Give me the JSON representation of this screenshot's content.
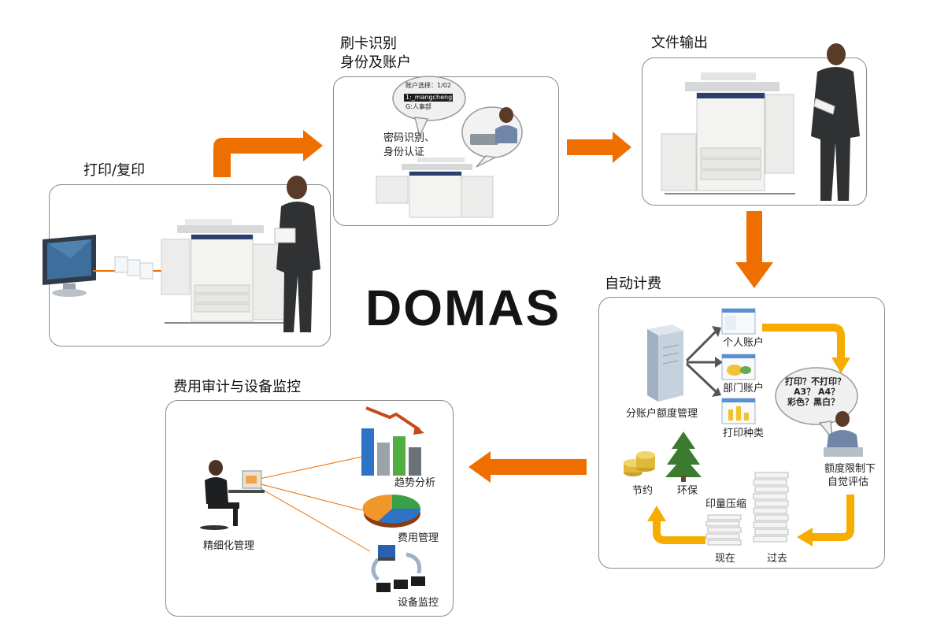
{
  "brand": "DOMAS",
  "colors": {
    "arrow": "#ee6f00",
    "yellow_arrow": "#f6ad00",
    "panel_border": "#8a8a8a"
  },
  "steps": {
    "print_copy": "打印/复印",
    "swipe_card": [
      "刷卡识别",
      "身份及账户"
    ],
    "file_output": "文件输出",
    "auto_billing": "自动计费",
    "audit_monitor": "费用审计与设备监控"
  },
  "card_panel": {
    "screen_lines": [
      "账户选择：1/02",
      "1:_mangcheng",
      "G:人事部"
    ],
    "bubble_text": [
      "密码识别、",
      "身份认证"
    ]
  },
  "billing_panel": {
    "server_label": "分账户额度管理",
    "accounts": [
      "个人账户",
      "部门账户",
      "打印种类"
    ],
    "questions": [
      "打印？不打印？",
      "A3？ A4？",
      "彩色？黑白？"
    ],
    "self_eval": [
      "额度限制下",
      "自觉评估"
    ],
    "save": "节约",
    "eco": "环保",
    "compress": "印量压缩",
    "now": "现在",
    "past": "过去"
  },
  "audit_panel": {
    "manager": "精细化管理",
    "trend": "趋势分析",
    "cost": "费用管理",
    "monitor": "设备监控"
  }
}
